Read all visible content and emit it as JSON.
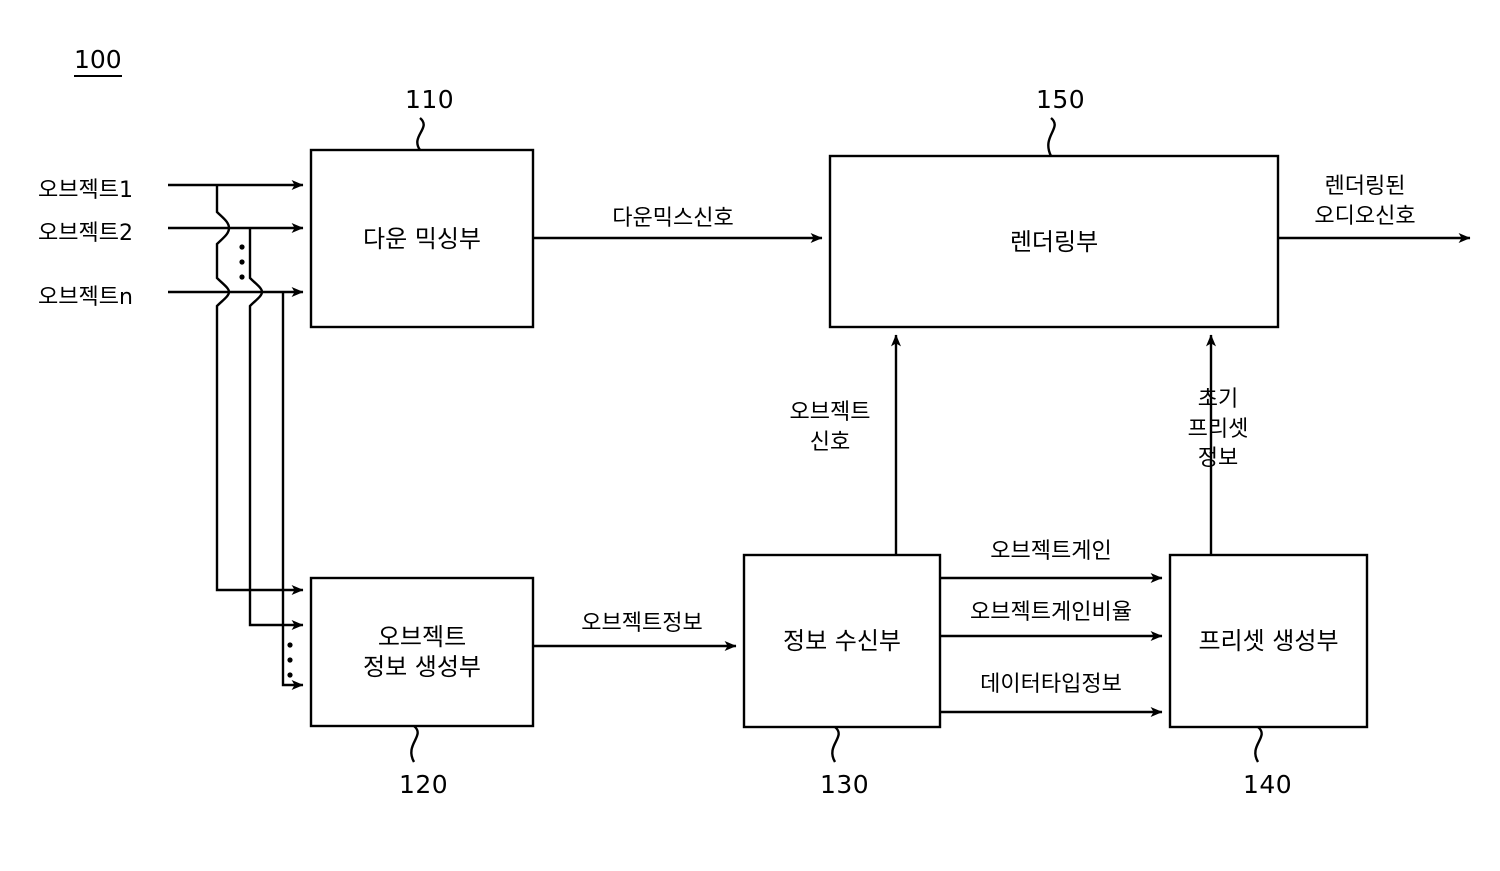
{
  "figure": {
    "number": "100",
    "title_note": "Audio object rendering block diagram"
  },
  "blocks": [
    {
      "id": "110",
      "name": "downmix-unit",
      "label": "다운 믹싱부",
      "ref": "110"
    },
    {
      "id": "120",
      "name": "object-info-generator",
      "label": "오브젝트\n정보 생성부",
      "ref": "120"
    },
    {
      "id": "130",
      "name": "info-receiver",
      "label": "정보 수신부",
      "ref": "130"
    },
    {
      "id": "140",
      "name": "preset-generator",
      "label": "프리셋 생성부",
      "ref": "140"
    },
    {
      "id": "150",
      "name": "rendering-unit",
      "label": "렌더링부",
      "ref": "150"
    }
  ],
  "inputs": [
    {
      "label": "오브젝트1"
    },
    {
      "label": "오브젝트2"
    },
    {
      "label": "오브젝트n"
    }
  ],
  "signals": {
    "downmix": "다운믹스신호",
    "rendered_audio": "렌더링된\n오디오신호",
    "object_info": "오브젝트정보",
    "object_signal": "오브젝트\n신호",
    "initial_preset_info": "초기\n프리셋\n정보",
    "object_gain": "오브젝트게인",
    "object_gain_ratio": "오브젝트게인비율",
    "data_type_info": "데이터타입정보"
  },
  "colors": {
    "line": "#000000",
    "background": "#ffffff"
  }
}
